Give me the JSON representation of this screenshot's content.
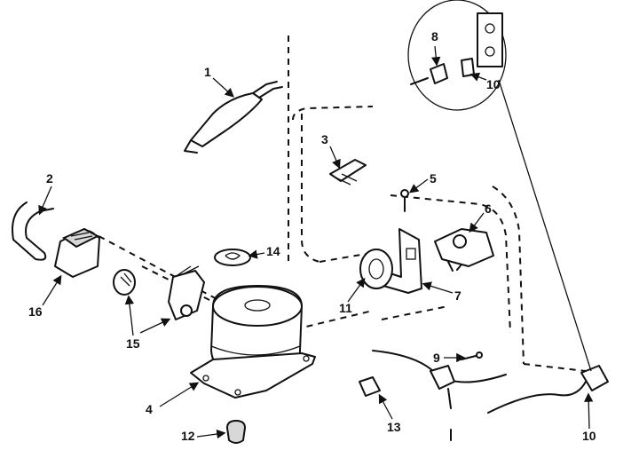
{
  "callouts": {
    "p1": "1",
    "p2": "2",
    "p3": "3",
    "p4": "4",
    "p5": "5",
    "p6": "6",
    "p7": "7",
    "p8": "8",
    "p9": "9",
    "p10_top": "10",
    "p10_bottom": "10",
    "p11": "11",
    "p12": "12",
    "p13": "13",
    "p14": "14",
    "p15": "15",
    "p16": "16"
  },
  "colors": {
    "ink": "#111111",
    "background": "#ffffff"
  }
}
